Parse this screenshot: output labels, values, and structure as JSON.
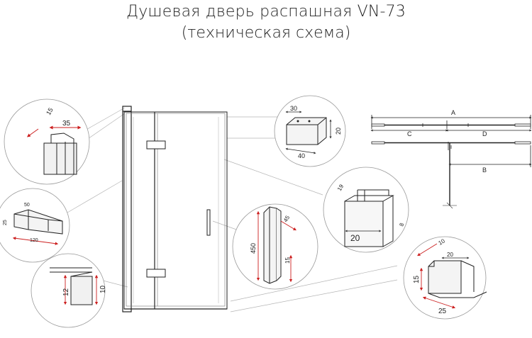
{
  "header": {
    "title": "Душевая дверь распашная VN-73",
    "subtitle": "(техническая схема)"
  },
  "colors": {
    "line": "#222222",
    "guide": "#aaaaaa",
    "dimension_arrow": "#cc1f1f",
    "accent": "#d4a017"
  },
  "details": {
    "top_left_profile": {
      "angle": "15",
      "width": "35"
    },
    "left_bracket": {
      "top": "50",
      "height": "25",
      "length": "120"
    },
    "bottom_left_profile": {
      "left": "12",
      "right": "10"
    },
    "top_block": {
      "top": "30",
      "side": "20",
      "bottom": "40"
    },
    "right_profile": {
      "top": "19",
      "width": "20",
      "depth": "8"
    },
    "handle_bar": {
      "angle": "45",
      "length": "450",
      "bottom": "15"
    },
    "right_bottom_bracket": {
      "top": "10",
      "middle": "20",
      "side": "15",
      "bottom": "25"
    }
  },
  "plan": {
    "label_a": "A",
    "label_b": "B",
    "label_c": "C",
    "label_d": "D"
  }
}
